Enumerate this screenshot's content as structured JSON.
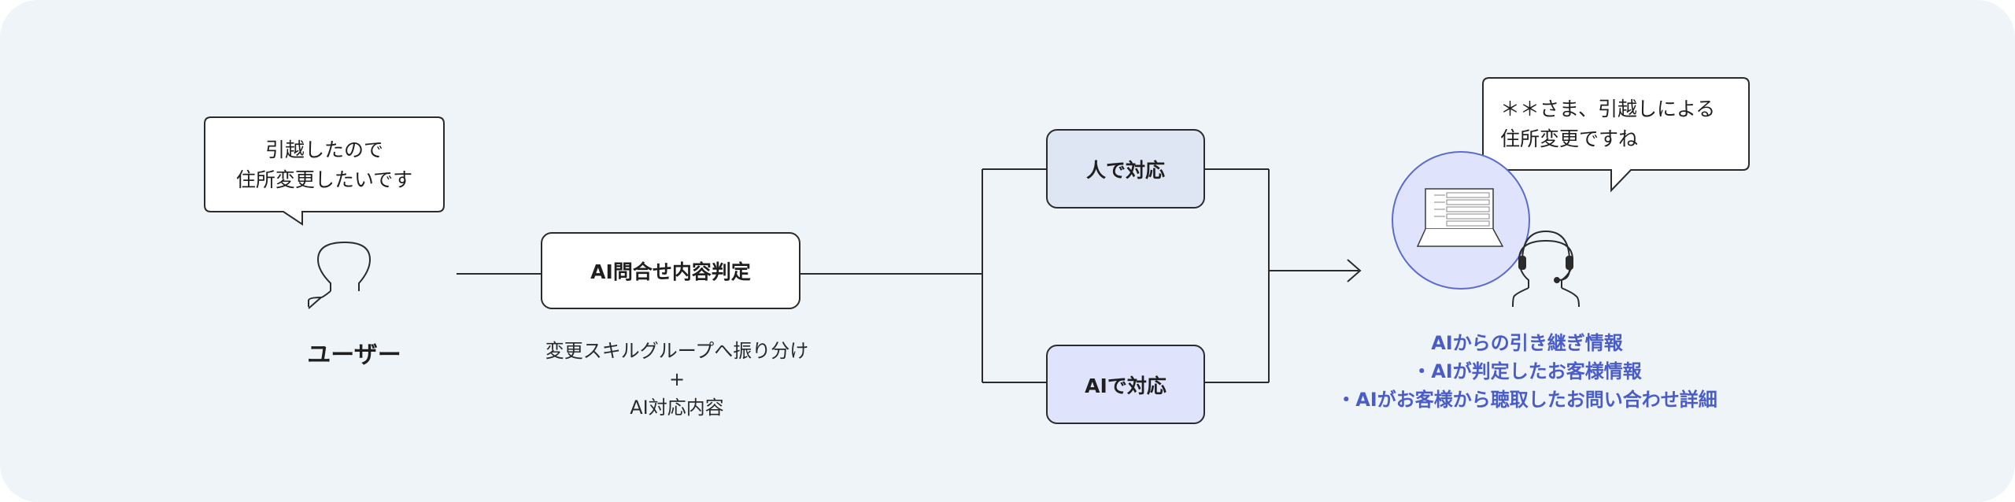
{
  "customer": {
    "speech_line1": "引越したので",
    "speech_line2": "住所変更したいです",
    "label": "ユーザー"
  },
  "process": {
    "judge_label": "AI問合せ内容判定",
    "route_line1": "変更スキルグループへ振り分け",
    "route_line2": "+",
    "route_line3": "AI対応内容"
  },
  "branches": {
    "human_label": "人で対応",
    "ai_label": "AIで対応"
  },
  "operator": {
    "speech_line1": "＊＊さま、引越しによる",
    "speech_line2": "住所変更ですね",
    "handoff_line1": "AIからの引き継ぎ情報",
    "handoff_line2": "・AIが判定したお客様情報",
    "handoff_line3": "・AIがお客様から聴取したお問い合わせ詳細"
  },
  "colors": {
    "background": "#eff4f9",
    "human_box": "#dfe6f3",
    "ai_box": "#dfe3fb",
    "accent_text": "#4a5cc7",
    "monitor_circle": "#dfe3fb",
    "monitor_stroke": "#5d6ccc"
  }
}
